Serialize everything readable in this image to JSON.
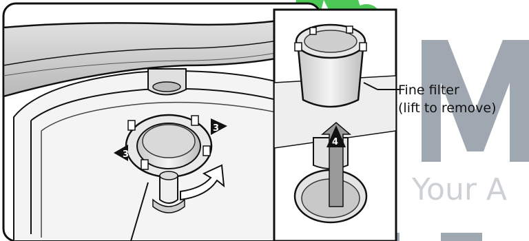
{
  "callout": {
    "line1": "Fine filter",
    "line2": "(lift to remove)"
  },
  "step_markers": {
    "left": "3",
    "right": "3",
    "inset": "4"
  },
  "watermark": {
    "letters": "AM",
    "tagline": "Your A",
    "green": "#2fbf3a",
    "grey": "#9aa0a8"
  },
  "colors": {
    "outline": "#111111",
    "surface_light": "#f2f2f2",
    "surface_mid": "#d6d6d6",
    "surface_dark": "#9c9c9c"
  }
}
